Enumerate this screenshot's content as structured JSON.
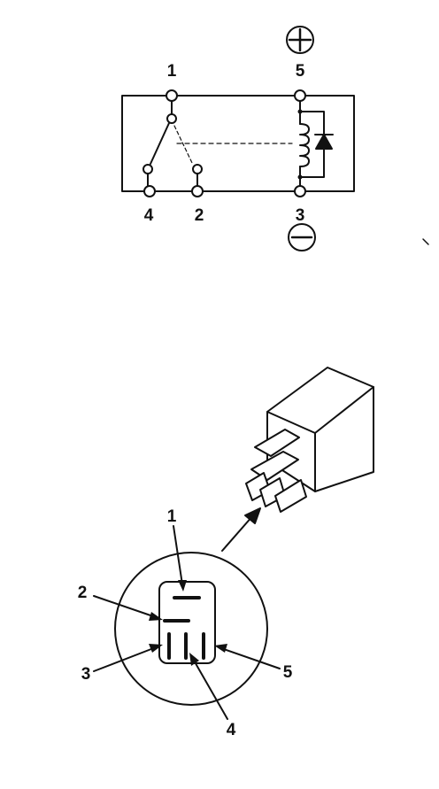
{
  "schematic": {
    "terminal_labels": {
      "t1": "1",
      "t5": "5",
      "t4": "4",
      "t2": "2",
      "t3": "3"
    },
    "positive_symbol": "plus-in-circle",
    "negative_symbol": "minus-in-circle",
    "relay_type": "5-terminal relay with coil and diode"
  },
  "connector_view": {
    "pin_labels": {
      "p1": "1",
      "p2": "2",
      "p3": "3",
      "p4": "4",
      "p5": "5"
    }
  },
  "colors": {
    "line": "#111111",
    "background": "#ffffff"
  }
}
